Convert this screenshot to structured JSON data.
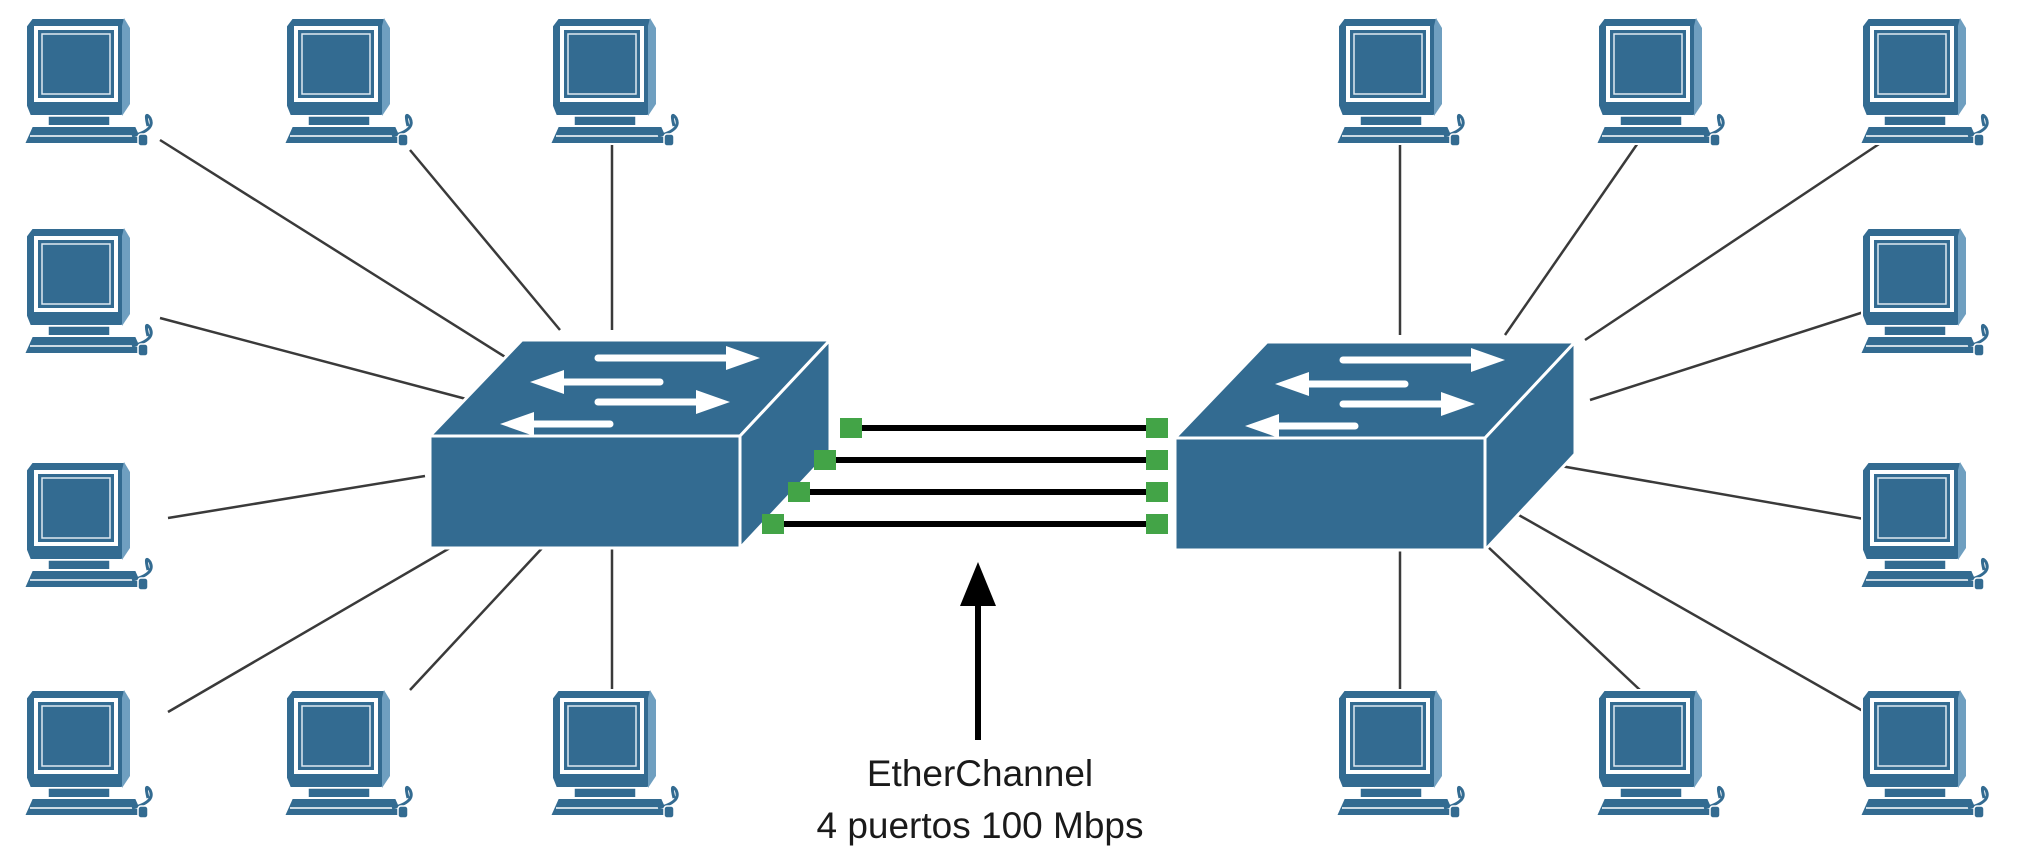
{
  "caption": {
    "line1": "EtherChannel",
    "line2": "4 puertos 100 Mbps"
  },
  "colors": {
    "device_fill": "#336b91",
    "device_light": "#6f9fc0",
    "device_stroke": "#ffffff",
    "port": "#43a447",
    "link": "#000000",
    "cable": "#3a3a3a"
  },
  "icons": [
    "pc-icon",
    "switch-icon",
    "arrow-up-icon"
  ],
  "etherchannel_links": 4
}
